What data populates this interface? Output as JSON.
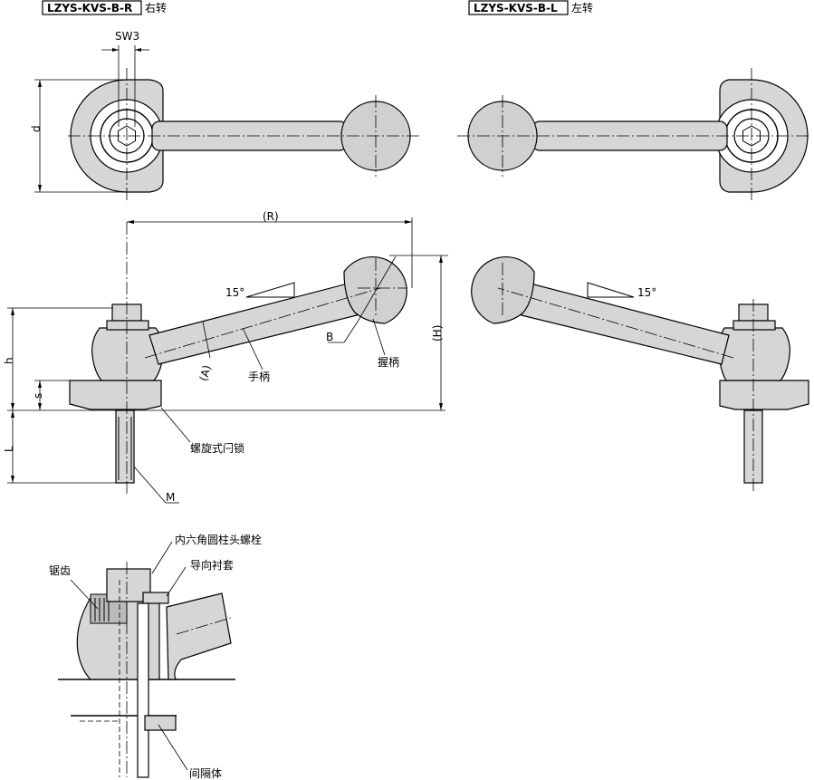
{
  "views": {
    "right": {
      "code": "LZYS-KVS-B-R",
      "direction": "右转"
    },
    "left": {
      "code": "LZYS-KVS-B-L",
      "direction": "左转"
    }
  },
  "dimensions": {
    "sw": "SW3",
    "d": "d",
    "r": "(R)",
    "h_big": "(H)",
    "h": "h",
    "s": "s",
    "l": "L",
    "a": "(A)",
    "b": "B",
    "m": "M",
    "angle_right": "15°",
    "angle_left": "15°"
  },
  "labels": {
    "handle_arm": "手柄",
    "grip": "握柄",
    "screw_lock": "螺旋式闩锁",
    "hex_bolt": "内六角圆柱头螺栓",
    "guide_bushing": "导向衬套",
    "serration": "锯齿",
    "spacer": "间隔体"
  }
}
